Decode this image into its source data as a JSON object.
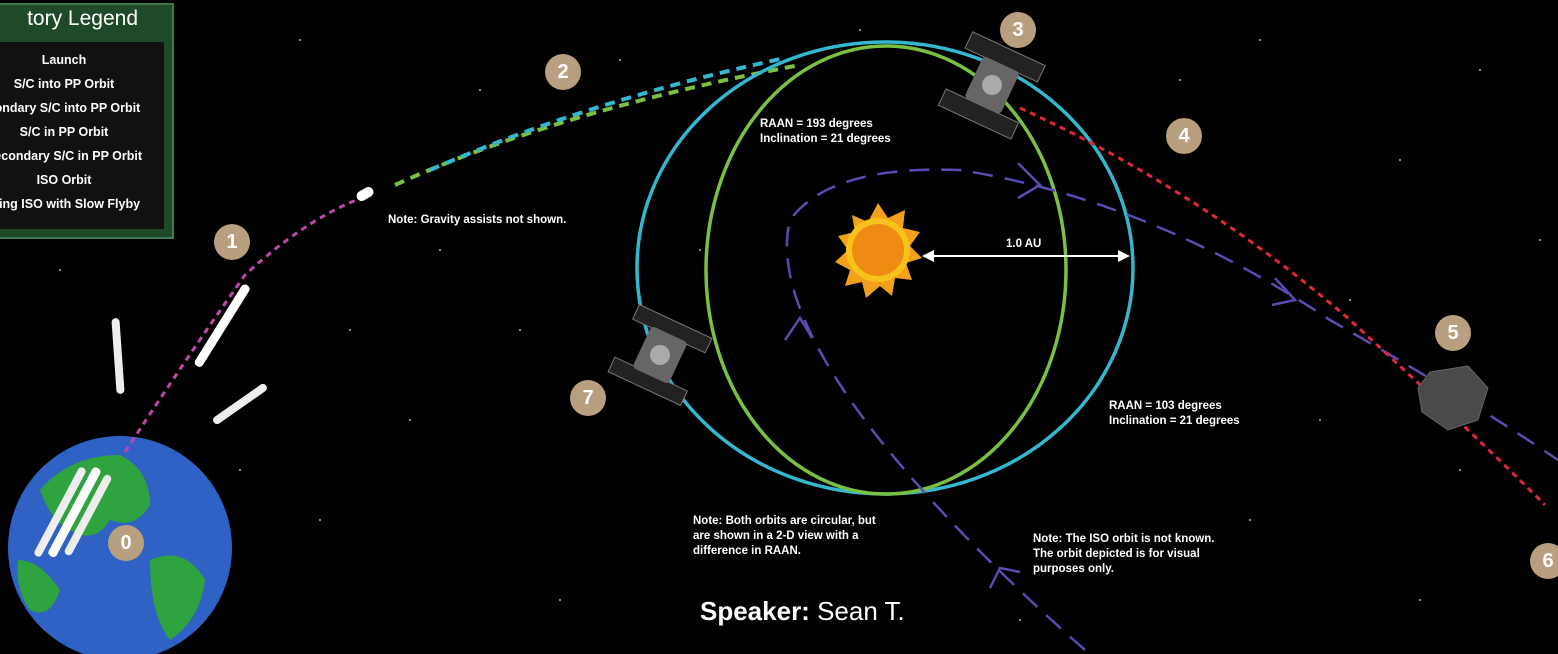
{
  "legend": {
    "title": "tory Legend",
    "items": [
      "Launch",
      "S/C into PP Orbit",
      "condary S/C into PP Orbit",
      "S/C in PP Orbit",
      "Secondary S/C in PP Orbit",
      "ISO Orbit",
      "eting ISO with Slow Flyby"
    ]
  },
  "notes": {
    "gravity": "Note: Gravity assists not shown.",
    "orbit1_raan": "RAAN = 193 degrees",
    "orbit1_incl": "Inclination = 21 degrees",
    "orbit2_raan": "RAAN = 103 degrees",
    "orbit2_incl": "Inclination = 21 degrees",
    "au": "1.0 AU",
    "circular_1": "Note: Both orbits are circular, but",
    "circular_2": "are shown in a 2-D view with a",
    "circular_3": "difference in RAAN.",
    "iso_1": "Note: The ISO orbit is not known.",
    "iso_2": "The orbit depicted is for visual",
    "iso_3": "purposes only."
  },
  "speaker": {
    "label": "Speaker:",
    "name": " Sean T."
  },
  "steps": [
    "0",
    "1",
    "2",
    "3",
    "4",
    "5",
    "6",
    "7"
  ],
  "colors": {
    "launch": "#c048a8",
    "sc_pp": "#33b8d0",
    "secondary_pp": "#7ac043",
    "iso": "#5a4bb0",
    "flyby": "#e0283a",
    "badge": "#b89f7f",
    "legend_bg": "#1e4a2a"
  }
}
